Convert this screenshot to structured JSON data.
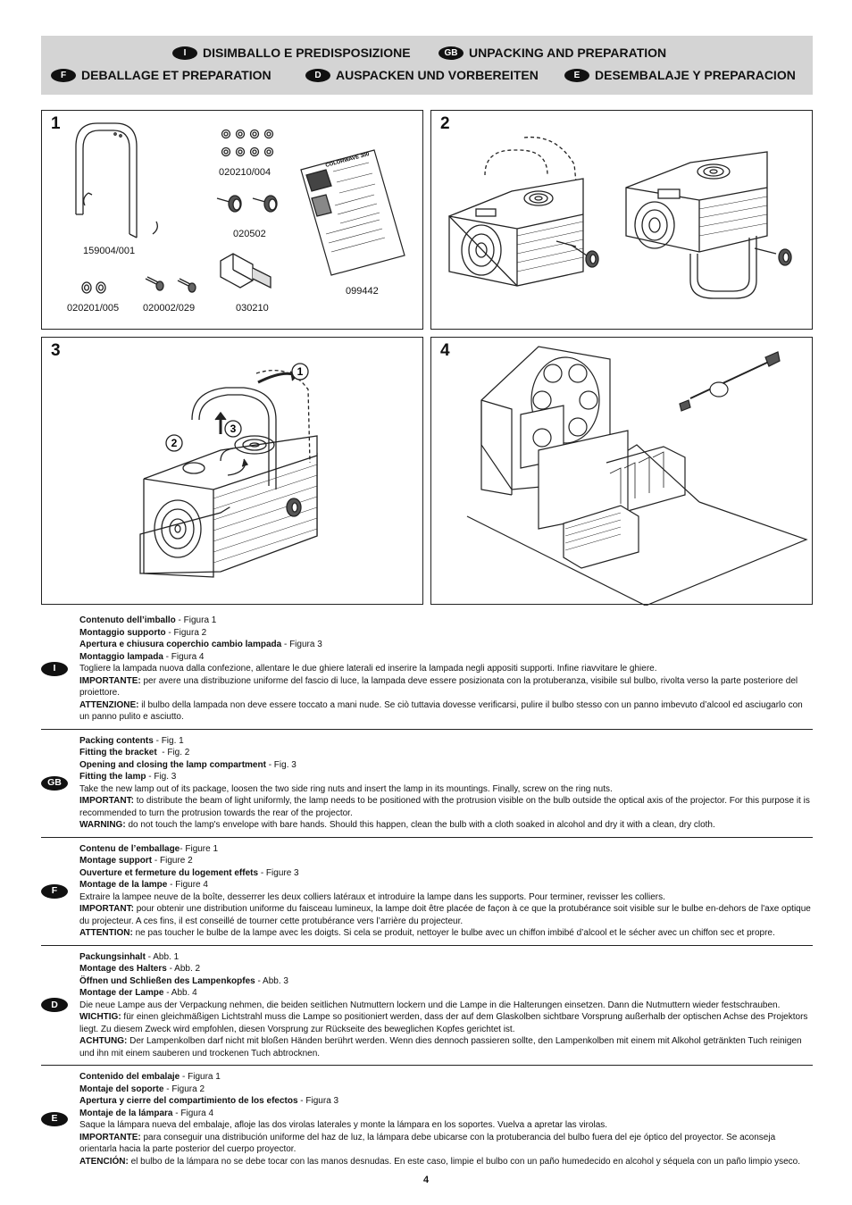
{
  "header": {
    "items": [
      {
        "code": "I",
        "title": "DISIMBALLO E PREDISPOSIZIONE"
      },
      {
        "code": "GB",
        "title": "UNPACKING AND PREPARATION"
      },
      {
        "code": "F",
        "title": "DEBALLAGE ET PREPARATION"
      },
      {
        "code": "D",
        "title": "AUSPACKEN UND VORBEREITEN"
      },
      {
        "code": "E",
        "title": "DESEMBALAJE Y PREPARACION"
      }
    ]
  },
  "figures": {
    "fig1": {
      "number": "1",
      "parts": [
        "020210/004",
        "020502",
        "159004/001",
        "099442",
        "020201/005",
        "020002/029",
        "030210"
      ],
      "manual_heading": "COLORWAVE 300"
    },
    "fig2": {
      "number": "2"
    },
    "fig3": {
      "number": "3",
      "callouts": [
        "1",
        "2",
        "3"
      ]
    },
    "fig4": {
      "number": "4"
    }
  },
  "sections": [
    {
      "code": "I",
      "lines": [
        {
          "bold": "Contenuto dell’imballo",
          "text": " - Figura 1"
        },
        {
          "bold": "Montaggio supporto",
          "text": " - Figura 2"
        },
        {
          "bold": "Apertura e chiusura coperchio cambio lampada",
          "text": " - Figura 3"
        },
        {
          "bold": "Montaggio lampada",
          "text": " - Figura 4"
        },
        {
          "bold": "",
          "text": "Togliere la lampada nuova dalla confezione, allentare le due ghiere laterali ed inserire la lampada negli appositi supporti. Infine riavvitare le ghiere."
        },
        {
          "bold": "IMPORTANTE:",
          "text": " per avere una distribuzione uniforme del fascio di luce, la lampada deve essere posizionata con la protuberanza, visibile sul bulbo, rivolta verso la parte posteriore del proiettore."
        },
        {
          "bold": "ATTENZIONE:",
          "text": " il bulbo della lampada non deve essere toccato a mani nude. Se ciò tuttavia dovesse verificarsi, pulire il bulbo stesso con un panno imbevuto d’alcool ed asciugarlo con un panno pulito e asciutto."
        }
      ]
    },
    {
      "code": "GB",
      "lines": [
        {
          "bold": "Packing contents",
          "text": " - Fig. 1"
        },
        {
          "bold": "Fitting the bracket",
          "text": "  - Fig. 2"
        },
        {
          "bold": "Opening and closing the lamp compartment",
          "text": " - Fig. 3"
        },
        {
          "bold": "Fitting the lamp",
          "text": " - Fig. 3"
        },
        {
          "bold": "",
          "text": "Take the new lamp out of its package, loosen the two side ring nuts and insert the lamp in its mountings. Finally, screw on the ring nuts."
        },
        {
          "bold": "IMPORTANT:",
          "text": " to distribute the beam of light uniformly, the lamp needs to be positioned with the protrusion visible on the bulb outside the optical axis of the projector. For this purpose it is recommended to turn the protrusion towards the rear of the projector."
        },
        {
          "bold": "WARNING:",
          "text": " do not touch the lamp's envelope with bare hands. Should this happen, clean the bulb with a cloth soaked in alcohol and dry it with a clean, dry cloth."
        }
      ]
    },
    {
      "code": "F",
      "lines": [
        {
          "bold": "Contenu de l’emballage",
          "text": "- Figure 1"
        },
        {
          "bold": "Montage support",
          "text": " - Figure 2"
        },
        {
          "bold": "Ouverture et fermeture du logement effets",
          "text": " - Figure 3"
        },
        {
          "bold": "Montage de la lampe",
          "text": " - Figure 4"
        },
        {
          "bold": "",
          "text": "Extraire la lampee neuve de la boîte, desserrer les deux colliers latéraux et introduire la lampe dans les supports. Pour terminer, revisser les colliers."
        },
        {
          "bold": "IMPORTANT:",
          "text": " pour obtenir une distribution uniforme du faisceau lumineux, la lampe doit être placée de façon à ce que la protubérance soit visible sur le bulbe en-dehors de l'axe optique du projecteur. A ces fins, il est conseillé de tourner cette protubérance vers l’arrière du projecteur."
        },
        {
          "bold": "ATTENTION:",
          "text": " ne pas toucher le bulbe de la lampe avec les doigts. Si cela se produit, nettoyer le bulbe avec un chiffon imbibé d’alcool et le sécher avec un chiffon sec et propre."
        }
      ]
    },
    {
      "code": "D",
      "lines": [
        {
          "bold": "Packungsinhalt",
          "text": " - Abb. 1"
        },
        {
          "bold": "Montage des Halters",
          "text": " - Abb. 2"
        },
        {
          "bold": "Öffnen und Schließen des Lampenkopfes",
          "text": " - Abb. 3"
        },
        {
          "bold": "Montage der Lampe",
          "text": " - Abb. 4"
        },
        {
          "bold": "",
          "text": "Die neue Lampe aus der Verpackung nehmen, die beiden seitlichen Nutmuttern lockern und die Lampe in die Halterungen einsetzen. Dann die Nutmuttern wieder festschrauben."
        },
        {
          "bold": "WICHTIG:",
          "text": " für einen gleichmäßigen Lichtstrahl muss die Lampe so positioniert werden, dass der auf dem Glaskolben sichtbare Vorsprung außerhalb der optischen Achse des Projektors liegt. Zu diesem Zweck wird empfohlen, diesen Vorsprung zur Rückseite des beweglichen Kopfes gerichtet ist."
        },
        {
          "bold": "ACHTUNG:",
          "text": " Der Lampenkolben darf nicht mit bloßen Händen berührt werden. Wenn dies dennoch passieren sollte, den Lampenkolben mit einem mit Alkohol getränkten Tuch reinigen und ihn mit einem sauberen und trockenen Tuch abtrocknen."
        }
      ]
    },
    {
      "code": "E",
      "lines": [
        {
          "bold": "Contenido del embalaje",
          "text": " - Figura 1"
        },
        {
          "bold": "Montaje del soporte",
          "text": " - Figura 2"
        },
        {
          "bold": "Apertura y cierre del compartimiento de los efectos",
          "text": " - Figura 3"
        },
        {
          "bold": "Montaje de la lámpara",
          "text": " - Figura 4"
        },
        {
          "bold": "",
          "text": "Saque la lámpara nueva del embalaje, afloje las dos virolas laterales y monte la lámpara en los soportes. Vuelva a apretar las virolas."
        },
        {
          "bold": "IMPORTANTE:",
          "text": " para conseguir una distribución uniforme del haz de luz, la lámpara debe ubicarse con la protuberancia del bulbo fuera del eje óptico del proyector. Se aconseja orientarla hacia la parte posterior del cuerpo proyector."
        },
        {
          "bold": "ATENCIÓN:",
          "text": " el bulbo de la lámpara no se debe tocar con las manos desnudas. En este caso, limpie el bulbo con un paño humedecido en alcohol y séquela con un paño limpio yseco."
        }
      ]
    }
  ],
  "page_number": "4"
}
